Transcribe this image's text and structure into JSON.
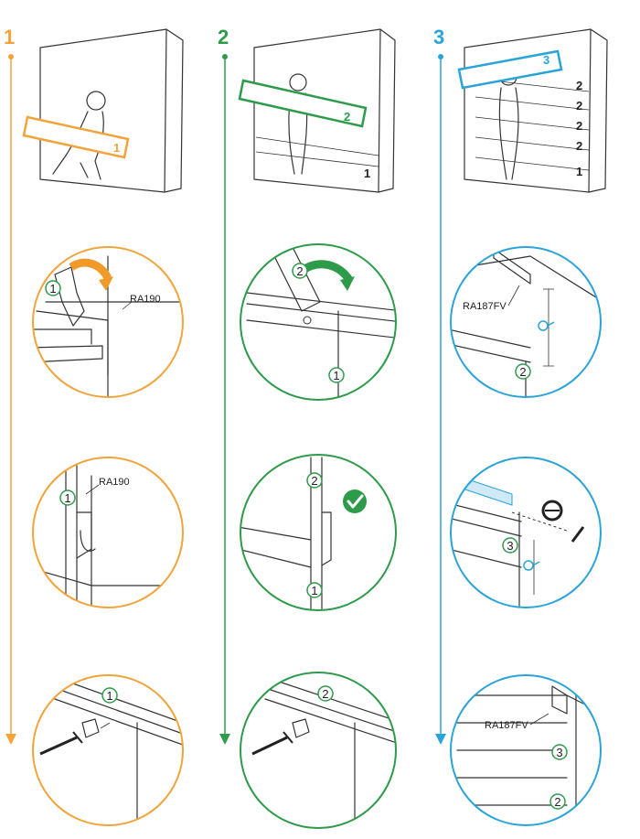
{
  "colors": {
    "step1": "#f2a33a",
    "step2": "#2e9b4b",
    "step3": "#2aa3d8",
    "arrow1": "#f09a2a",
    "arrow2": "#2e9b4b",
    "check": "#2e9b4b"
  },
  "steps": [
    {
      "number": "1",
      "scene_panel": "1",
      "scene_panel_numbers": [
        "1"
      ],
      "badges": [
        "1",
        "1",
        "1"
      ],
      "part_labels": [
        "RA190",
        "RA190"
      ]
    },
    {
      "number": "2",
      "scene_panel": "2",
      "scene_panel_numbers": [
        "1"
      ],
      "badges": [
        "2",
        "1",
        "2",
        "1",
        "2"
      ],
      "part_labels": []
    },
    {
      "number": "3",
      "scene_panel": "3",
      "scene_panel_numbers": [
        "2",
        "2",
        "2",
        "2",
        "1"
      ],
      "badges": [
        "2",
        "3",
        "3",
        "2"
      ],
      "part_labels": [
        "RA187FV",
        "RA187FV"
      ]
    }
  ],
  "icons": [
    "arrow-curved-icon",
    "check-icon",
    "screw-icon",
    "clip-icon",
    "tape-measure-icon",
    "pencil-icon",
    "spirit-level-icon"
  ]
}
